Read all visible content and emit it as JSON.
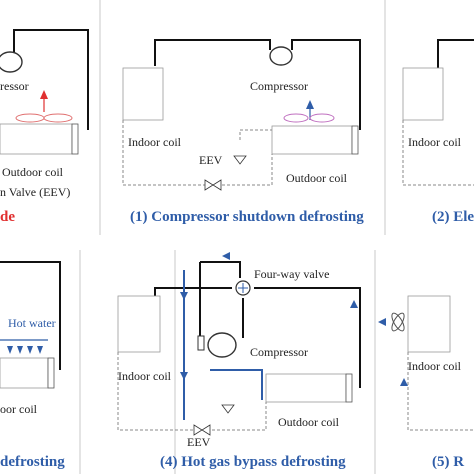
{
  "colors": {
    "caption_blue": "#2f5da8",
    "caption_red": "#e03030",
    "pipe_black": "#111111",
    "pipe_blue": "#2f5da8"
  },
  "panels": {
    "top_left": {
      "label_compressor": "ressor",
      "label_outdoor_coil": "Outdoor coil",
      "label_eev": "n Valve (EEV)",
      "caption": "de"
    },
    "top_middle": {
      "label_compressor": "Compressor",
      "label_indoor_coil": "Indoor coil",
      "label_eev": "EEV",
      "label_outdoor_coil": "Outdoor coil",
      "caption": "(1) Compressor shutdown defrosting"
    },
    "top_right": {
      "label_indoor_coil": "Indoor coil",
      "caption": "(2) Ele"
    },
    "bottom_left": {
      "label_hot_water": "Hot water",
      "label_outdoor_coil": "oor coil",
      "caption": "defrosting"
    },
    "bottom_middle": {
      "label_four_way_valve": "Four-way valve",
      "label_compressor": "Compressor",
      "label_indoor_coil": "Indoor coil",
      "label_outdoor_coil": "Outdoor coil",
      "label_eev": "EEV",
      "caption": "(4) Hot gas bypass defrosting"
    },
    "bottom_right": {
      "label_indoor_coil": "Indoor coil",
      "caption": "(5) R"
    }
  }
}
